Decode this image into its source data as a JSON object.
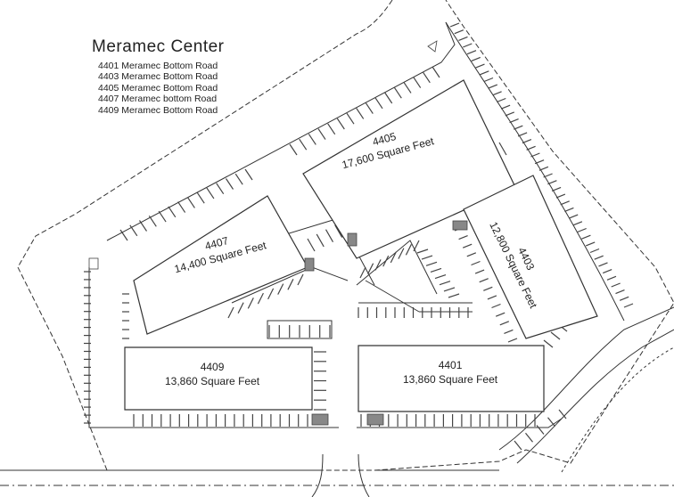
{
  "center": {
    "title": "Meramec Center",
    "addresses": [
      "4401 Meramec Bottom Road",
      "4403 Meramec Bottom Road",
      "4405 Meramec Bottom Road",
      "4407 Meramec bottom Road",
      "4409 Meramec Bottom Road"
    ]
  },
  "buildings": [
    {
      "number": "4405",
      "area": "17,600 Square Feet"
    },
    {
      "number": "4407",
      "area": "14,400 Square Feet"
    },
    {
      "number": "4403",
      "area": "12,800 Square Feet"
    },
    {
      "number": "4409",
      "area": "13,860 Square Feet"
    },
    {
      "number": "4401",
      "area": "13,860 Square Feet"
    }
  ],
  "colors": {
    "line": "#333333",
    "stall": "#444444",
    "accessible_stall": "#888888"
  }
}
